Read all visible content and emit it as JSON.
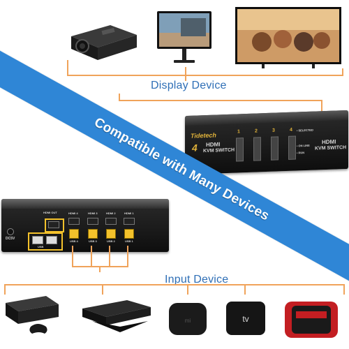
{
  "labels": {
    "display_device": "Display Device",
    "input_device": "Input Device",
    "banner": "Compatible with Many Devices"
  },
  "kvm_front": {
    "brand": "Tidetech",
    "model_line1": "HDMI",
    "model_line2": "KVM SWITCH",
    "side_line1": "HDMI",
    "side_line2": "KVM SWITCH",
    "status_1": "• SELECTED",
    "status_2": "• ON LINE",
    "status_3": "• RUN",
    "ports": [
      "1",
      "2",
      "3",
      "4"
    ]
  },
  "kvm_back": {
    "hdmi_out": "HDMI OUT",
    "dc": "DC5V",
    "usb_a_label": "USB",
    "hdmi_labels": [
      "HDMI 4",
      "HDMI 3",
      "HDMI 2",
      "HDMI 1"
    ],
    "usb_labels": [
      "USB 4",
      "USB 3",
      "USB 2",
      "USB 1"
    ]
  },
  "colors": {
    "banner": "#2f86d6",
    "connector": "#f0a35a",
    "label_blue": "#2f6fb6"
  }
}
